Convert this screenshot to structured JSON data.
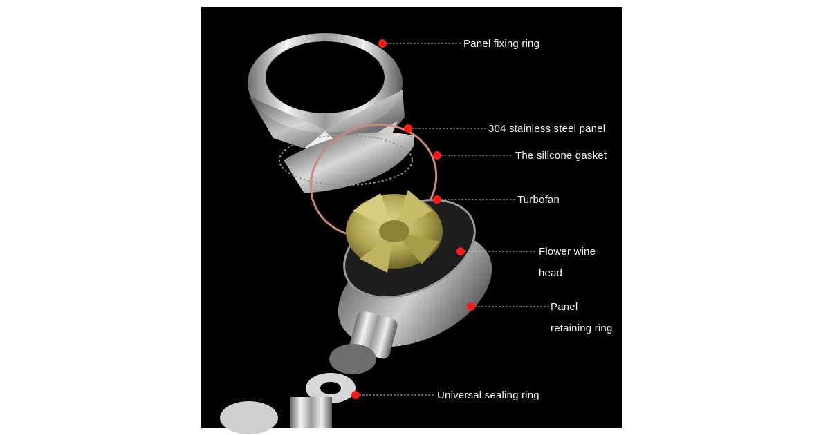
{
  "colors": {
    "background": "#000000",
    "marker": "#ff1a1a",
    "leader_line": "#bbbbbb",
    "label_text": "#f2f2f2",
    "metal": "#d9d9d9",
    "turbofan": "#b8ad5a",
    "gasket": "#c9897c"
  },
  "callouts": [
    {
      "name": "panel-fixing-ring",
      "lines": [
        "Panel fixing ring"
      ]
    },
    {
      "name": "stainless-steel-panel",
      "lines": [
        "304 stainless steel panel"
      ]
    },
    {
      "name": "silicone-gasket",
      "lines": [
        "The silicone gasket"
      ]
    },
    {
      "name": "turbofan",
      "lines": [
        "Turbofan"
      ]
    },
    {
      "name": "flower-wine-head",
      "lines": [
        "Flower wine",
        "head"
      ]
    },
    {
      "name": "panel-retaining-ring",
      "lines": [
        "Panel",
        "retaining ring"
      ]
    },
    {
      "name": "universal-sealing-ring",
      "lines": [
        "Universal sealing ring"
      ]
    }
  ]
}
